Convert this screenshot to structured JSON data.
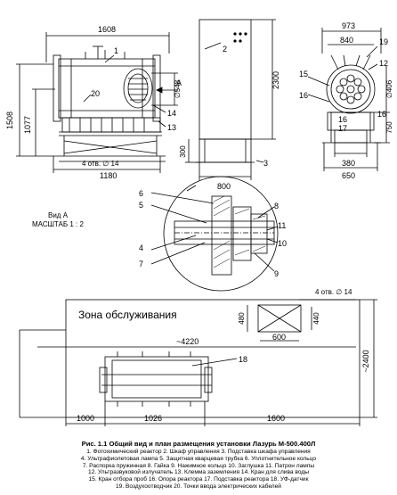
{
  "top_dims": {
    "width_main": "1608",
    "height_total": "1508",
    "height_lower": "1077",
    "holes": "4 отв. ∅ 14",
    "base_width": "1180",
    "diam_lamp": "∅548",
    "view_a": "А",
    "cabinet_height": "2300",
    "cabinet_base": "300",
    "cabinet_width": "800",
    "side_width": "973",
    "side_inner": "840",
    "side_diam": "∅406",
    "side_base": "380",
    "side_base_outer": "650",
    "side_height": "750"
  },
  "callouts": {
    "c1": "1",
    "c2": "2",
    "c3": "3",
    "c12": "12",
    "c13": "13",
    "c14": "14",
    "c15": "15",
    "c16a": "16",
    "c16b": "16",
    "c16c": "16",
    "c17": "17",
    "c19": "19",
    "c20": "20",
    "c4": "4",
    "c5": "5",
    "c6": "6",
    "c7": "7",
    "c8": "8",
    "c9": "9",
    "c10": "10",
    "c11": "11",
    "c18": "18"
  },
  "detail": {
    "view_label": "Вид А",
    "scale_label": "МАСШТАБ 1 : 2"
  },
  "plan": {
    "zone_label": "Зона обслуживания",
    "holes": "4 отв. ∅ 14",
    "dim_480": "480",
    "dim_440": "440",
    "dim_600": "600",
    "dim_4220": "~4220",
    "dim_2400": "~2400",
    "dim_1000": "1000",
    "dim_1026": "1026",
    "dim_1600": "1600"
  },
  "caption": {
    "title": "Рис. 1.1  Общий вид и план размещения установки Лазурь М-500.400Л",
    "lines": [
      "1. Фотохимический реактор 2. Шкаф управления 3. Подставка шкафа управления",
      "4. Ультрафиолетовая лампа 5. Защитная кварцевая трубка 6. Уплотнительное кольцо",
      "7. Распорка пружинная 8. Гайка 9. Нажимное кольцо 10. Заглушка 11. Патрон лампы",
      "12. Ультразвуковой излучатель 13. Клемма заземления 14. Кран для слива воды",
      "15. Кран отбора проб 16. Опора реактора 17. Подставка реактора 18. УФ-датчик",
      "19. Воздухоотводчик 20. Точки ввода электрических кабелей"
    ]
  }
}
